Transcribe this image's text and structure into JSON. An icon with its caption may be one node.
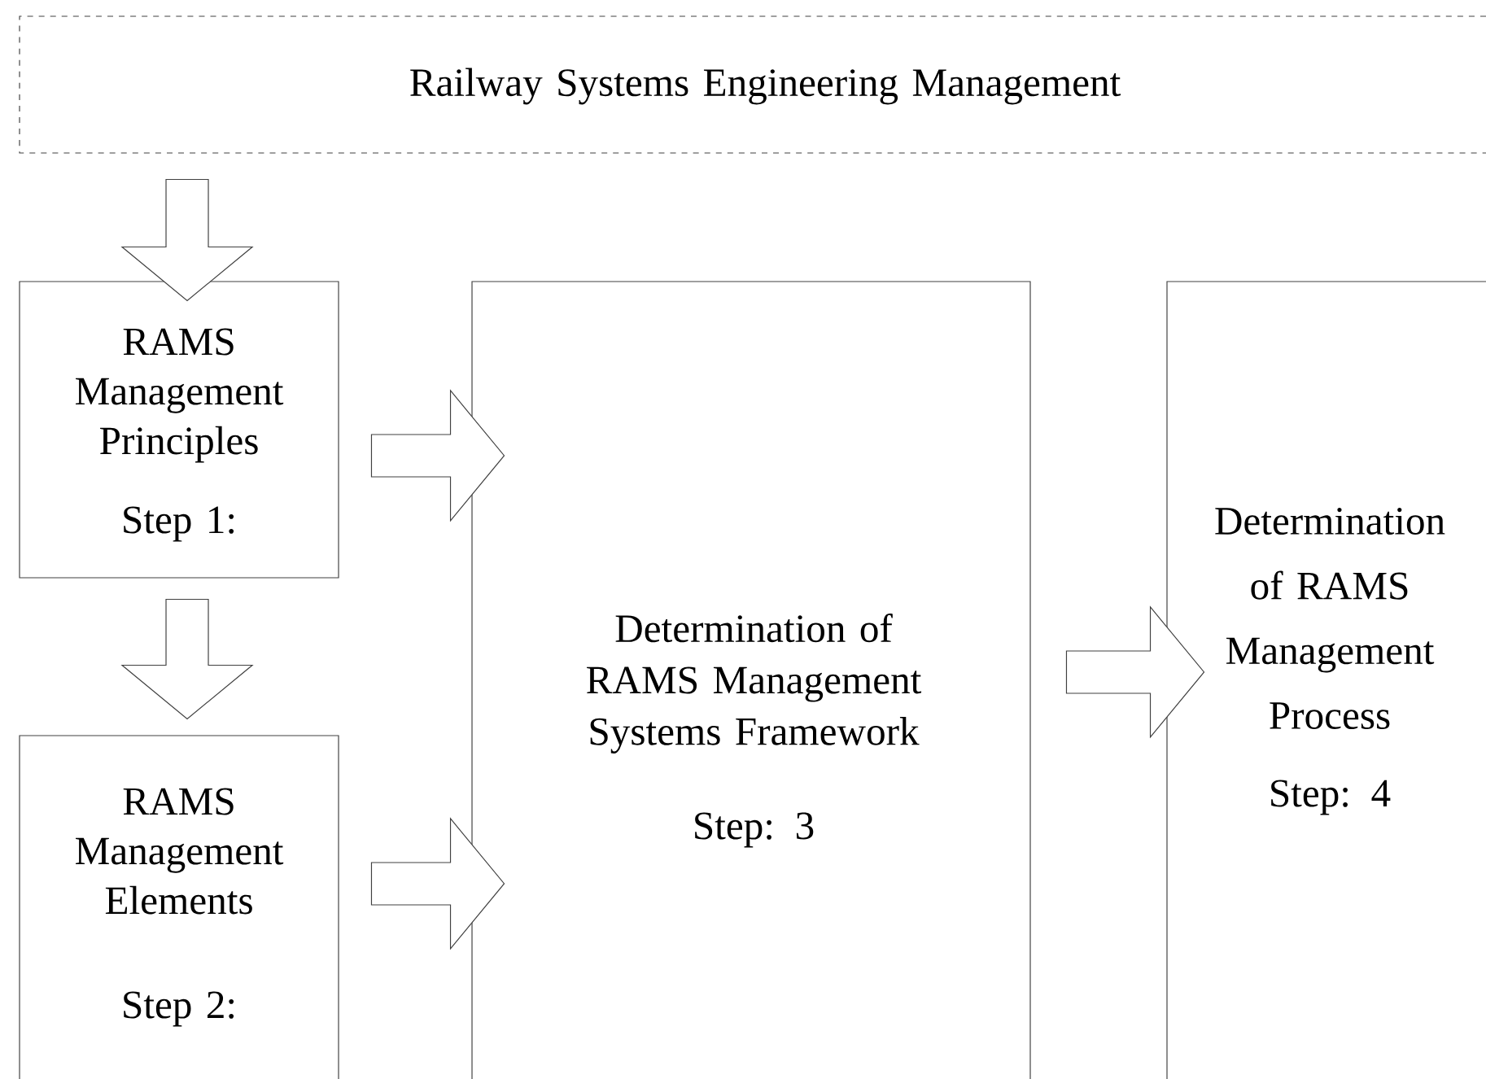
{
  "diagram": {
    "nodes": [
      {
        "text": [
          "Railway Systems Engineering Management"
        ]
      },
      {
        "text": [
          "RAMS Management Principles",
          "Step 1:"
        ]
      },
      {
        "text": [
          "RAMS Management Elements",
          "Step 2:"
        ]
      },
      {
        "text": [
          "Determination of RAMS Management Systems Framework",
          "Step: 3"
        ]
      },
      {
        "text": [
          "Determination of RAMS Management Process",
          "Step: 4"
        ]
      }
    ],
    "edges": [
      {
        "from": 0,
        "to": 1,
        "arrow": "to"
      },
      {
        "from": 1,
        "to": 2,
        "arrow": "to"
      },
      {
        "from": 1,
        "to": 3,
        "arrow": "to"
      },
      {
        "from": 2,
        "to": 3,
        "arrow": "to"
      },
      {
        "from": 3,
        "to": 4,
        "arrow": "to"
      }
    ]
  }
}
